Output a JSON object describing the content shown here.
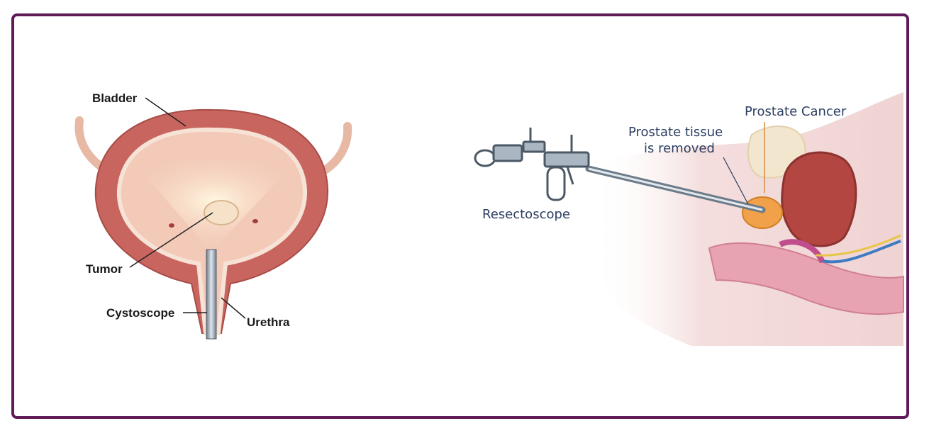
{
  "left_diagram": {
    "labels": {
      "bladder": "Bladder",
      "tumor": "Tumor",
      "cystoscope": "Cystoscope",
      "urethra": "Urethra"
    }
  },
  "right_diagram": {
    "labels": {
      "prostate_cancer": "Prostate Cancer",
      "tissue_line1": "Prostate tissue",
      "tissue_line2": "is removed",
      "resectoscope": "Resectoscope"
    }
  },
  "colors": {
    "frame": "#5e1b57",
    "bladder_wall": "#c8655f",
    "bladder_inner": "#f3c9b8",
    "label_left": "#1a1a1a",
    "label_right": "#2c3e62"
  }
}
